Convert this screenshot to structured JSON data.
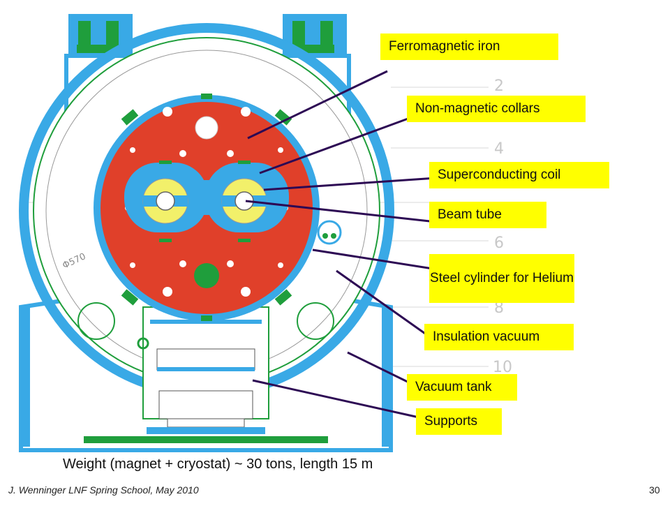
{
  "labels": {
    "ferromagnetic_iron": "Ferromagnetic iron",
    "non_magnetic_collars": "Non-magnetic collars",
    "superconducting_coil": "Superconducting coil",
    "beam_tube": "Beam tube",
    "steel_cylinder": "Steel cylinder for Helium",
    "insulation_vacuum": "Insulation vacuum",
    "vacuum_tank": "Vacuum tank",
    "supports": "Supports"
  },
  "drawing": {
    "diameter_mark": "Φ570",
    "grid_numbers": [
      "2",
      "4",
      "6",
      "8",
      "10"
    ]
  },
  "caption": "Weight (magnet + cryostat) ~ 30 tons, length 15 m",
  "footer": {
    "credit": "J. Wenninger LNF Spring School, May 2010",
    "page_number": "30"
  },
  "colors": {
    "iron": "#e0402a",
    "collar": "#39a9e6",
    "coil": "#f2f06a",
    "support_green": "#1f9e3c",
    "tank_blue": "#39a9e6",
    "label_bg": "#ffff00",
    "arrow": "#2d0a54"
  }
}
